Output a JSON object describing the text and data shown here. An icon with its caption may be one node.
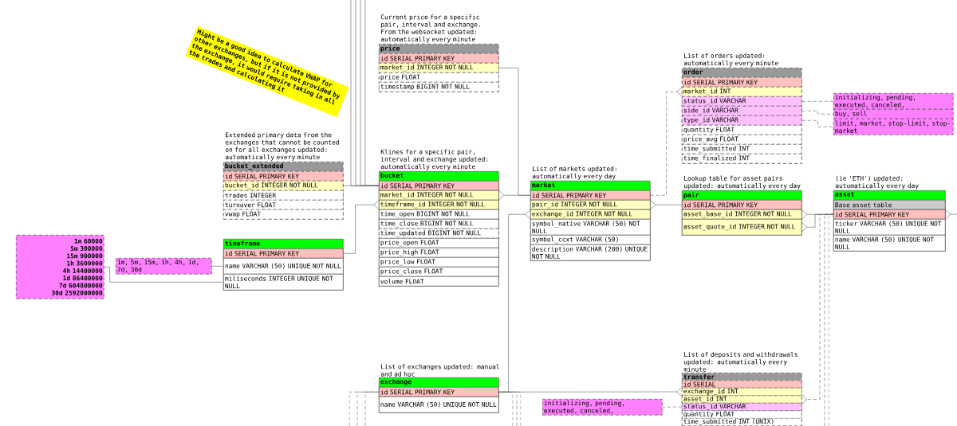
{
  "diagram": {
    "nodes": [
      {
        "text": [
          "Might be a good idea to calculate VWAP for other exchanges, but if it is not provided by the exchange, it would require taking in all the trades and calculating it"
        ]
      },
      {
        "text": [
          "bucket_extended"
        ],
        "beside": [
          "Extended primary data from the exchanges that cannot be counted on for all exchanges updated: automatically every minute"
        ]
      },
      {
        "text": [
          "id SERIAL PRIMARY KEY"
        ],
        "in": 1
      },
      {
        "text": [
          "bucket_id INTEGER NOT NULL"
        ],
        "in": 1
      },
      {
        "text": [
          "trades INTEGER"
        ],
        "in": 1
      },
      {
        "text": [
          "turnover FLOAT"
        ],
        "in": 1
      },
      {
        "text": [
          "vwap FLOAT"
        ],
        "in": 1
      },
      {
        "text": [
          "1m 60000",
          "5m 300000",
          "15m 900000",
          "1h 3600000",
          "4h 14400000",
          "1d 86400000",
          "7d 604800000",
          "30d 2592000000"
        ]
      },
      {
        "text": [
          "1m, 5m, 15m, 1h, 4h, 1d, 7d, 30d"
        ]
      },
      {
        "text": [
          "timeframe"
        ]
      },
      {
        "text": [
          "id SERIAL PRIMARY KEY"
        ],
        "in": 9
      },
      {
        "text": [
          "name VARCHAR (50) UNIQUE NOT NULL"
        ],
        "in": 9
      },
      {
        "text": [
          "miliseconds INTEGER UNIQUE NOT NULL"
        ],
        "in": 9
      },
      {
        "text": [
          "price"
        ],
        "beside": [
          "Current price for a specific pair, interval and exchange. From the websocket updated: automatically every minute"
        ]
      },
      {
        "text": [
          "id SERIAL PRIMARY KEY"
        ],
        "in": 13
      },
      {
        "text": [
          "market_id INTEGER NOT NULL"
        ],
        "in": 13
      },
      {
        "text": [
          "price FLOAT"
        ],
        "in": 13
      },
      {
        "text": [
          "timestamp BIGINT NOT NULL"
        ],
        "in": 13
      },
      {
        "text": [
          "bucket"
        ],
        "beside": [
          "Klines for a specific pair, interval and exchange updated: automatically every minute"
        ]
      },
      {
        "text": [
          "id SERIAL PRIMARY KEY"
        ],
        "in": 18
      },
      {
        "text": [
          "market_id INTEGER NOT NULL"
        ],
        "in": 18
      },
      {
        "text": [
          "timeframe_id INTEGER NOT NULL"
        ],
        "in": 18
      },
      {
        "text": [
          "time_open BIGINT NOT NULL"
        ],
        "in": 18
      },
      {
        "text": [
          "time_close BIGINT NOT NULL"
        ],
        "in": 18
      },
      {
        "text": [
          "time_updated BIGINT NOT NULL"
        ],
        "in": 18
      },
      {
        "text": [
          "price_open FLOAT"
        ],
        "in": 18
      },
      {
        "text": [
          "price_high FLOAT"
        ],
        "in": 18
      },
      {
        "text": [
          "price_low FLOAT"
        ],
        "in": 18
      },
      {
        "text": [
          "price_close FLOAT"
        ],
        "in": 18
      },
      {
        "text": [
          "volume FLOAT"
        ],
        "in": 18
      },
      {
        "text": [
          "exchange"
        ],
        "beside": [
          "List of exchanges updated: manual and ad hoc"
        ]
      },
      {
        "text": [
          "id SERIAL PRIMARY KEY"
        ],
        "in": 30
      },
      {
        "text": [
          "name VARCHAR (50) UNIQUE NOT NULL"
        ],
        "in": 30
      },
      {
        "text": [
          "market"
        ],
        "beside": [
          "List of markets updated: automatically every day"
        ]
      },
      {
        "text": [
          "id SERIAL PRIMARY KEY"
        ],
        "in": 33
      },
      {
        "text": [
          "pair_id INTEGER NOT NULL"
        ],
        "in": 33
      },
      {
        "text": [
          "exchange_id INTEGER NOT NULL"
        ],
        "in": 33
      },
      {
        "text": [
          "symbol_native VARCHAR (50) NOT NULL"
        ],
        "in": 33
      },
      {
        "text": [
          "symbol_ccxt VARCHAR (50)"
        ],
        "in": 33
      },
      {
        "text": [
          "description VARCHAR (200) UNIQUE NOT NULL"
        ],
        "in": 33
      },
      {
        "text": [
          "initializing, pending, executed, canceled,"
        ]
      },
      {
        "text": [
          "order"
        ],
        "beside": [
          "List of orders updated: automatically every minute"
        ]
      },
      {
        "text": [
          "id SERIAL PRIMARY KEY"
        ],
        "in": 41
      },
      {
        "text": [
          "market_id INT"
        ],
        "in": 41
      },
      {
        "text": [
          "status_id VARCHAR"
        ],
        "in": 41
      },
      {
        "text": [
          "side_id VARCHAR"
        ],
        "in": 41
      },
      {
        "text": [
          "type_id VARCHAR"
        ],
        "in": 41
      },
      {
        "text": [
          "quantity FLOAT"
        ],
        "in": 41
      },
      {
        "text": [
          "price_avg FLOAT"
        ],
        "in": 41
      },
      {
        "text": [
          "time_submitted INT"
        ],
        "in": 41
      },
      {
        "text": [
          "time_finalized INT"
        ],
        "in": 41
      },
      {
        "text": [
          "pair"
        ],
        "beside": [
          "Lookup table for asset pairs updated: automatically every day"
        ]
      },
      {
        "text": [
          "id SERIAL PRIMARY KEY"
        ],
        "in": 51
      },
      {
        "text": [
          "asset_base_id INTEGER NOT NULL"
        ],
        "in": 51
      },
      {
        "text": [
          "asset_quote_id INTEGER NOT NULL"
        ],
        "in": 51
      },
      {
        "text": [
          "transfer"
        ],
        "beside": [
          "List of deposits and withdrawals updated: automatically every minute"
        ]
      },
      {
        "text": [
          "id SERIAL"
        ],
        "in": 55
      },
      {
        "text": [
          "exchange_id INT"
        ],
        "in": 55
      },
      {
        "text": [
          "asset_id INT"
        ],
        "in": 55
      },
      {
        "text": [
          "status_id VARCHAR"
        ],
        "in": 55
      },
      {
        "text": [
          "quantity FLOAT"
        ],
        "in": 55
      },
      {
        "text": [
          "time_submitted INT (UNIX)"
        ],
        "in": 55
      },
      {
        "text": [
          "initializing, pending, executed, canceled,"
        ]
      },
      {
        "text": [
          "buy, sell"
        ]
      },
      {
        "text": [
          "limit, market, stop-limit, stop-market"
        ]
      },
      {
        "text": [
          "asset"
        ],
        "beside": [
          "(ie 'ETH') updated: automatically every day"
        ]
      },
      {
        "text": [
          "Base asset table"
        ],
        "in": 65
      },
      {
        "text": [
          "id SERIAL PRIMARY KEY"
        ],
        "in": 65
      },
      {
        "text": [
          "ticker VARCHAR (50) UNIQUE NOT NULL"
        ],
        "in": 65
      },
      {
        "text": [
          "name VARCHAR (50) UNIQUE NOT NULL"
        ],
        "in": 65
      }
    ],
    "edges": [
      {
        "from": 3,
        "to": 19,
        "arrow": "none"
      },
      {
        "from": null,
        "to": 19,
        "arrow": "none"
      },
      {
        "from": null,
        "to": 19,
        "arrow": "none"
      },
      {
        "from": null,
        "to": 19,
        "arrow": "none"
      },
      {
        "from": null,
        "to": 19,
        "arrow": "none"
      },
      {
        "from": 10,
        "to": 21,
        "arrow": "other"
      },
      {
        "from": 8,
        "to": 11,
        "arrow": "none"
      },
      {
        "from": 7,
        "to": 12,
        "arrow": "none"
      },
      {
        "from": 34,
        "to": 20,
        "arrow": "other"
      },
      {
        "from": 34,
        "to": 15,
        "arrow": "none"
      },
      {
        "from": 31,
        "to": 36,
        "arrow": "other"
      },
      {
        "from": 31,
        "to": 57,
        "arrow": "other"
      },
      {
        "from": null,
        "to": 31,
        "arrow": "none",
        "style": "dashed"
      },
      {
        "from": null,
        "to": 31,
        "arrow": "none",
        "style": "dashed"
      },
      {
        "from": null,
        "to": 31,
        "arrow": "none",
        "style": "dashed"
      },
      {
        "from": null,
        "to": 31,
        "arrow": "none",
        "style": "dashed"
      },
      {
        "from": null,
        "to": 31,
        "arrow": "none",
        "style": "dashed"
      },
      {
        "from": null,
        "to": 31,
        "arrow": "none",
        "style": "dashed"
      },
      {
        "from": 52,
        "to": 35,
        "arrow": "other"
      },
      {
        "from": 34,
        "to": 43,
        "arrow": "other",
        "style": "dashed"
      },
      {
        "from": 44,
        "to": 62,
        "arrow": "none",
        "style": "dashed"
      },
      {
        "from": 45,
        "to": 63,
        "arrow": "none",
        "style": "dashed"
      },
      {
        "from": 46,
        "to": 64,
        "arrow": "none",
        "style": "dashed"
      },
      {
        "from": 67,
        "to": 53,
        "arrow": "other"
      },
      {
        "from": 67,
        "to": 54,
        "arrow": "other"
      },
      {
        "from": 67,
        "to": 58,
        "arrow": "other",
        "style": "dashed"
      },
      {
        "from": null,
        "to": 67,
        "arrow": "none",
        "style": "dashed"
      },
      {
        "from": null,
        "to": 67,
        "arrow": "none",
        "style": "dashed"
      },
      {
        "from": null,
        "to": 67,
        "arrow": "other"
      },
      {
        "from": 59,
        "to": 40,
        "arrow": "none",
        "style": "dashed"
      }
    ]
  }
}
